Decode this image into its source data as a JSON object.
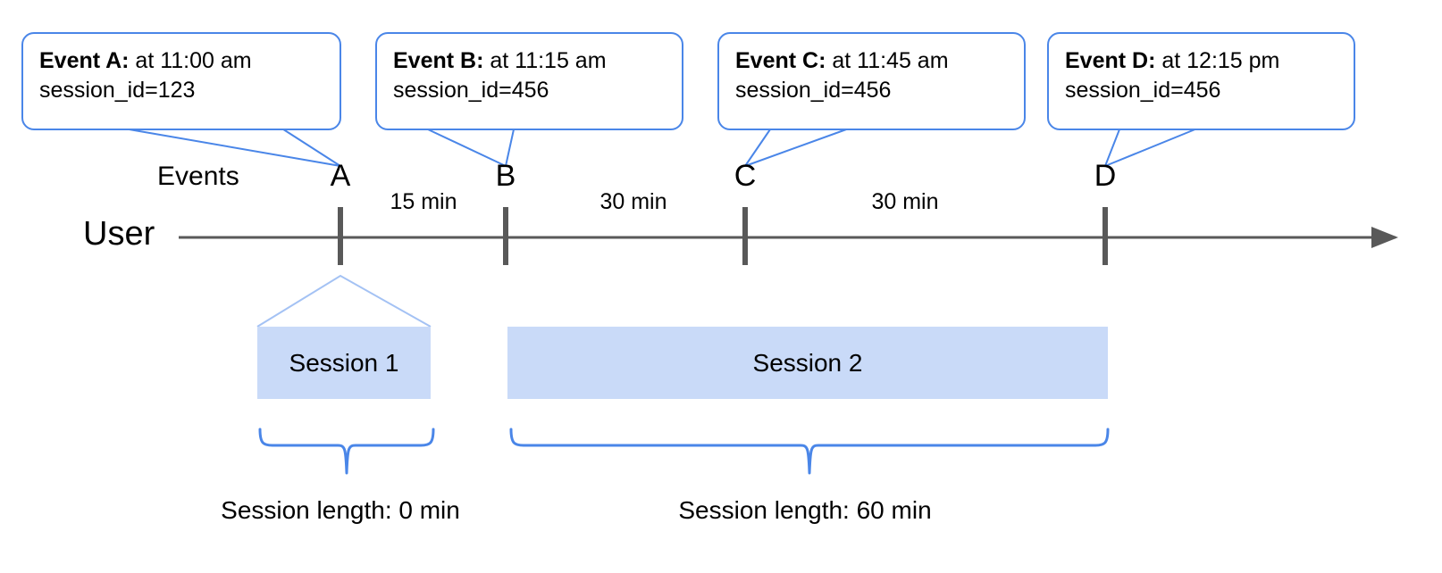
{
  "diagram": {
    "title_row_label": "Events",
    "actor_label": "User",
    "axis_color": "#595959",
    "accent_color": "#4a86e8",
    "session_fill": "#c9daf8"
  },
  "callouts": [
    {
      "name": "Event A:",
      "time": " at 11:00 am",
      "session": "session_id=123"
    },
    {
      "name": "Event B:",
      "time": " at 11:15 am",
      "session": "session_id=456"
    },
    {
      "name": "Event C:",
      "time": " at 11:45 am",
      "session": "session_id=456"
    },
    {
      "name": "Event D:",
      "time": " at 12:15 pm",
      "session": "session_id=456"
    }
  ],
  "events": [
    {
      "letter": "A",
      "time": "11:00 am",
      "session_id": "123"
    },
    {
      "letter": "B",
      "time": "11:15 am",
      "session_id": "456"
    },
    {
      "letter": "C",
      "time": "11:45 am",
      "session_id": "456"
    },
    {
      "letter": "D",
      "time": "12:15 pm",
      "session_id": "456"
    }
  ],
  "gaps": [
    {
      "label": "15 min",
      "from": "A",
      "to": "B"
    },
    {
      "label": "30 min",
      "from": "B",
      "to": "C"
    },
    {
      "label": "30 min",
      "from": "C",
      "to": "D"
    }
  ],
  "sessions": [
    {
      "label": "Session 1",
      "length_label": "Session length: 0 min"
    },
    {
      "label": "Session 2",
      "length_label": "Session length: 60 min"
    }
  ]
}
